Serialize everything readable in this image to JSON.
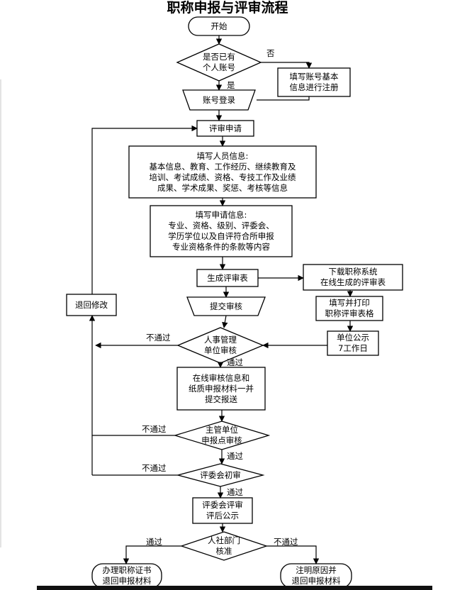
{
  "title": "职称申报与评审流程",
  "colors": {
    "stroke": "#000000",
    "fill": "#ffffff",
    "rule": "#111111"
  },
  "nodes": {
    "start": [
      "开始"
    ],
    "has_account": [
      "是否已有",
      "个人账号"
    ],
    "register": [
      "填写账号基本",
      "信息进行注册"
    ],
    "login": [
      "账号登录"
    ],
    "apply": [
      "评审申请"
    ],
    "personal_info": [
      "填写人员信息:",
      "基本信息、教育、工作经历、继续教育及",
      "培训、考试成绩、资格、专技工作及业绩",
      "成果、学术成果、奖惩、考核等信息"
    ],
    "apply_info": [
      "填写申请信息:",
      "专业、资格、级别、评委会、",
      "学历学位以及自评符合所申报",
      "专业资格条件的条款等内容"
    ],
    "generate_form": [
      "生成评审表"
    ],
    "download_form": [
      "下载职称系统",
      "在线生成的评审表"
    ],
    "print_form": [
      "填写并打印",
      "职称评审表格"
    ],
    "unit_notice": [
      "单位公示",
      "7工作日"
    ],
    "submit": [
      "提交审核"
    ],
    "return_edit": [
      "退回修改"
    ],
    "hr_review": [
      "人事管理",
      "单位审核"
    ],
    "online_review": [
      "在线审核信息和",
      "纸质申报材料一并",
      "提交报送"
    ],
    "dept_review": [
      "主管单位",
      "申报点审核"
    ],
    "committee_first": [
      "评委会初审"
    ],
    "committee_review": [
      "评委会评审",
      "评后公示"
    ],
    "hrss_approve": [
      "人社部门",
      "核准"
    ],
    "issue_cert": [
      "办理职称证书",
      "退回申报材料"
    ],
    "note_reason": [
      "注明原因并",
      "退回申报材料"
    ]
  },
  "edge_labels": {
    "no": "否",
    "yes": "是",
    "pass": "通过",
    "fail": "不通过"
  }
}
